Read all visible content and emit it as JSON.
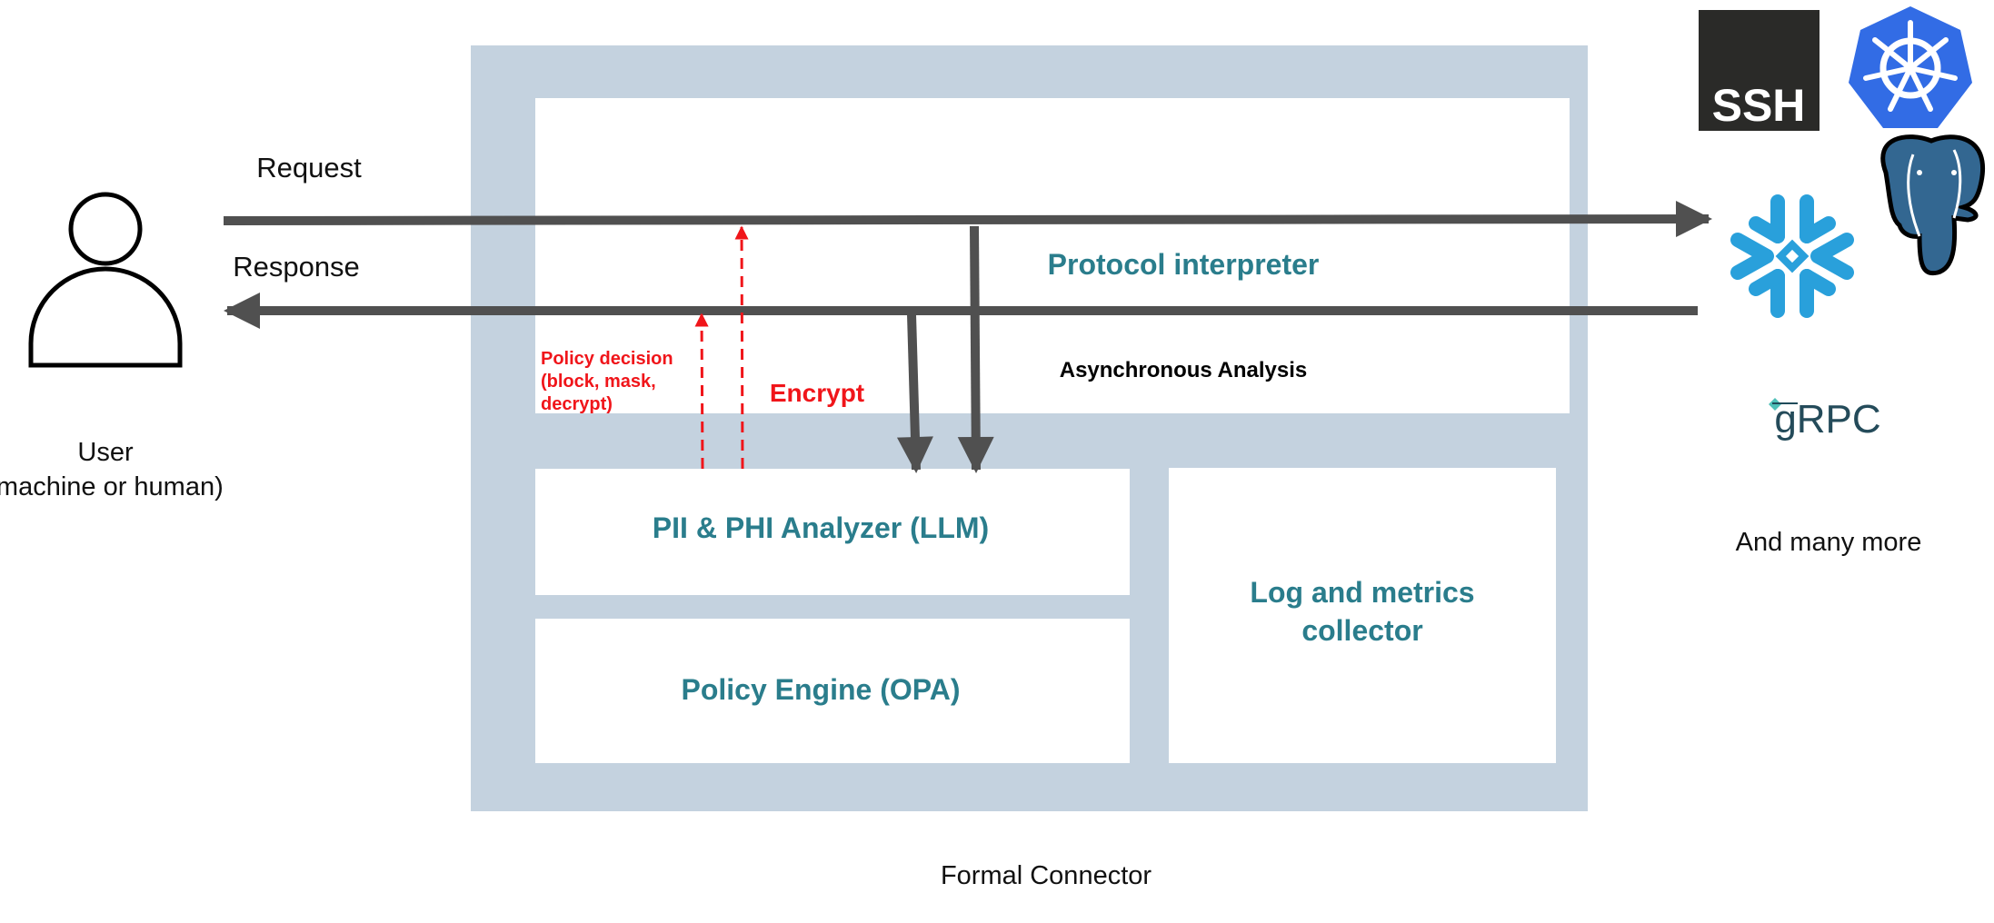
{
  "user": {
    "label": "User",
    "sublabel": "(machine or human)"
  },
  "flows": {
    "request": "Request",
    "response": "Response"
  },
  "connector": {
    "title": "Formal Connector",
    "protocol_interpreter": "Protocol interpreter",
    "async_analysis": "Asynchronous Analysis",
    "policy_decision": [
      "Policy decision",
      "(block, mask,",
      "decrypt)"
    ],
    "encrypt": "Encrypt",
    "pii_analyzer": "PII & PHI Analyzer (LLM)",
    "policy_engine": "Policy Engine (OPA)",
    "log_collector": [
      "Log and metrics",
      "collector"
    ]
  },
  "targets": {
    "ssh_logo_text": "SSH",
    "grpc_logo_text": "gRPC",
    "more": "And many more",
    "icons": [
      "ssh-icon",
      "kubernetes-icon",
      "snowflake-icon",
      "postgresql-icon",
      "grpc-icon"
    ]
  },
  "colors": {
    "frame": "#c4d2df",
    "arrow": "#505050",
    "accent_text": "#2a7d8c",
    "policy_red": "#f0151a",
    "kubernetes": "#326ce5",
    "snowflake": "#29a0db",
    "postgres": "#336791"
  }
}
